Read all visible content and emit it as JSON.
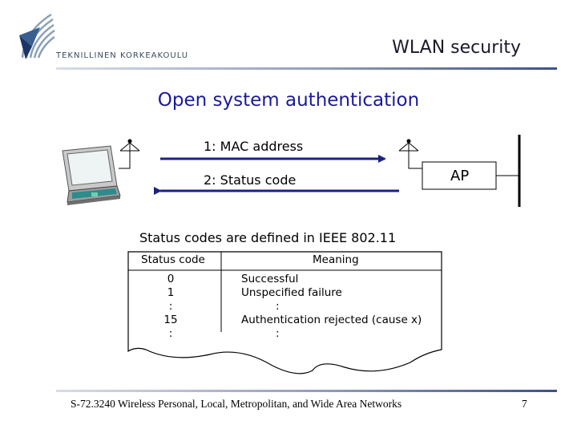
{
  "header": {
    "logo_text": "TEKNILLINEN KORKEAKOULU",
    "title": "WLAN security"
  },
  "slide": {
    "title": "Open system authentication"
  },
  "diagram": {
    "message_1": "1: MAC address",
    "message_2": "2: Status code",
    "ap_label": "AP"
  },
  "table": {
    "caption": "Status codes are defined in IEEE 802.11",
    "header_code": "Status code",
    "header_meaning": "Meaning",
    "rows": [
      {
        "code": "0",
        "meaning": "Successful"
      },
      {
        "code": "1",
        "meaning": "Unspecified failure"
      },
      {
        "code": ":",
        "meaning": ":"
      },
      {
        "code": "15",
        "meaning": "Authentication rejected (cause x)"
      },
      {
        "code": ":",
        "meaning": ":"
      }
    ]
  },
  "footer": {
    "text": "S-72.3240 Wireless Personal, Local, Metropolitan, and Wide Area Networks",
    "page_number": "7"
  },
  "colors": {
    "title_blue": "#1a1a9a",
    "arrow_navy": "#1a237e",
    "laptop_teal": "#2e8b8b"
  }
}
